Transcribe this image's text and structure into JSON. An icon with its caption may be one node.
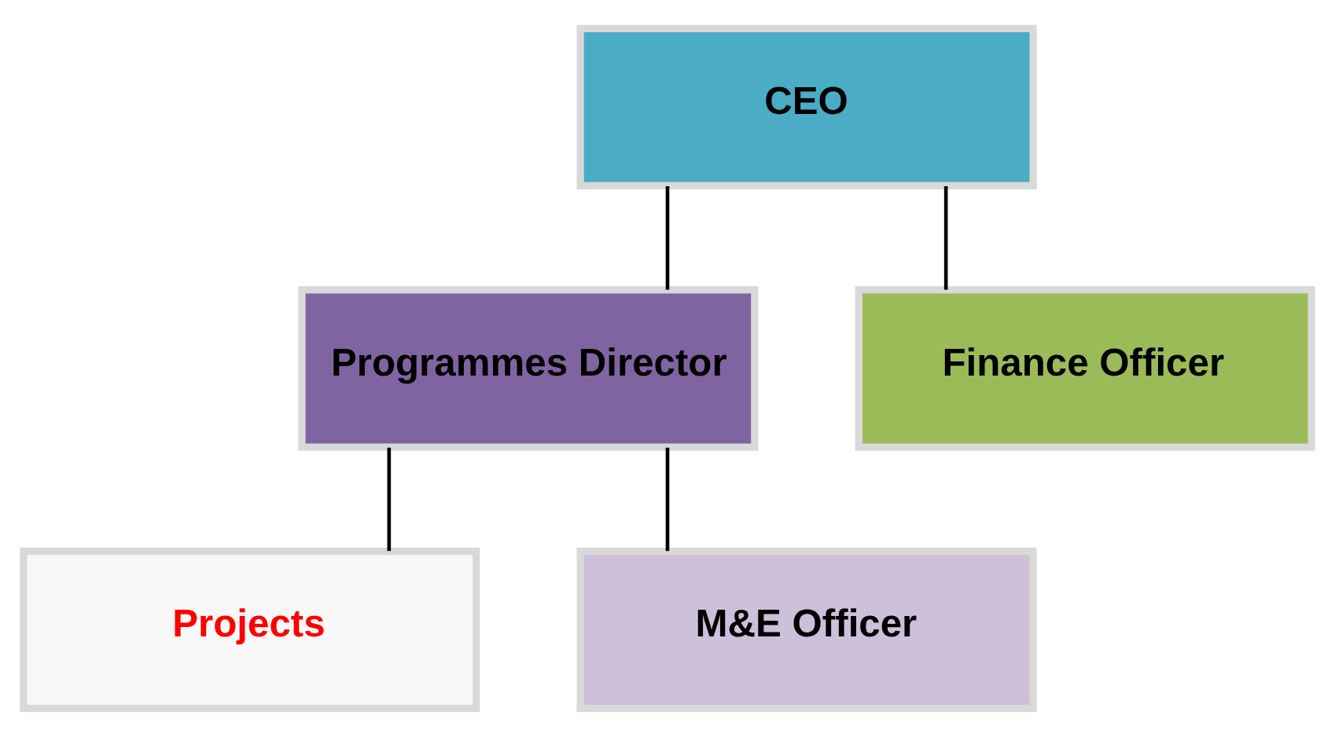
{
  "diagram": {
    "nodes": [
      {
        "text": [
          "CEO"
        ]
      },
      {
        "text": [
          "Programmes Director"
        ]
      },
      {
        "text": [
          "Finance Officer"
        ]
      },
      {
        "text": [
          "Projects"
        ]
      },
      {
        "text": [
          "M&E Officer"
        ]
      }
    ],
    "edges": [
      {
        "from": 0,
        "to": 1,
        "arrow": "none"
      },
      {
        "from": 0,
        "to": 2,
        "arrow": "none"
      },
      {
        "from": 1,
        "to": 3,
        "arrow": "none"
      },
      {
        "from": 1,
        "to": 4,
        "arrow": "none"
      }
    ]
  }
}
